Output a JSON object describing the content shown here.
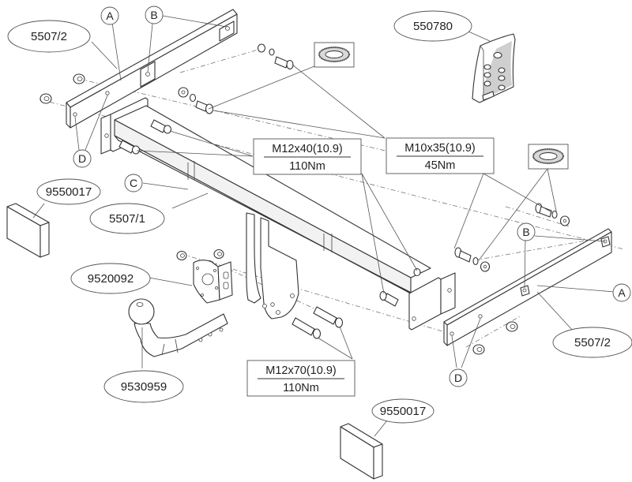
{
  "diagram": {
    "type": "exploded-assembly",
    "description": "Tow bar installation exploded view",
    "part_labels": {
      "side_bracket_left": "5507/2",
      "side_bracket_right": "5507/2",
      "crossbar": "5507/1",
      "electrical_kit": "550780",
      "cover_block_left": "9550017",
      "cover_block_bottom": "9550017",
      "socket_plate": "9520092",
      "tow_ball": "9530959"
    },
    "reference_letters": {
      "a_left": "A",
      "a_right": "A",
      "b_left": "B",
      "b_right": "B",
      "c": "C",
      "d_left": "D",
      "d_right": "D"
    },
    "bolt_specs": [
      {
        "id": "m12x40",
        "bolt": "M12x40(10.9)",
        "torque": "110Nm"
      },
      {
        "id": "m10x35",
        "bolt": "M10x35(10.9)",
        "torque": "45Nm"
      },
      {
        "id": "m12x70",
        "bolt": "M12x70(10.9)",
        "torque": "110Nm"
      }
    ],
    "icons": {
      "lock_washer": "serrated-lock-washer-icon"
    }
  }
}
